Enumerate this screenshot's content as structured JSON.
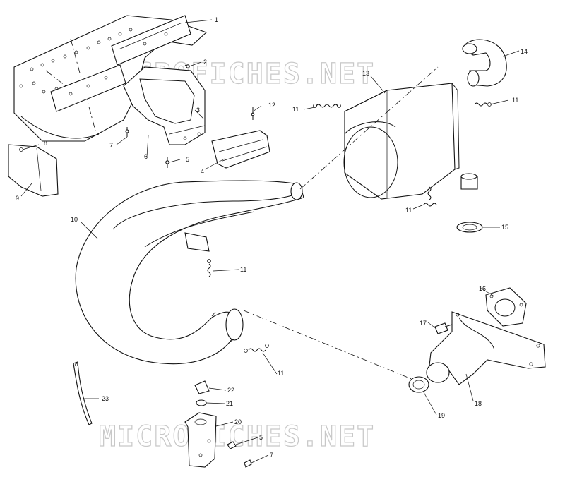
{
  "watermark": {
    "top": "MICROFICHES.NET",
    "bottom": "MICROFICHES.NET"
  },
  "callouts": [
    {
      "id": "c1",
      "label": "1"
    },
    {
      "id": "c2",
      "label": "2"
    },
    {
      "id": "c3",
      "label": "3"
    },
    {
      "id": "c4",
      "label": "4"
    },
    {
      "id": "c5a",
      "label": "5"
    },
    {
      "id": "c6",
      "label": "6"
    },
    {
      "id": "c7a",
      "label": "7"
    },
    {
      "id": "c8",
      "label": "8"
    },
    {
      "id": "c9",
      "label": "9"
    },
    {
      "id": "c10",
      "label": "10"
    },
    {
      "id": "c11a",
      "label": "11"
    },
    {
      "id": "c11b",
      "label": "11"
    },
    {
      "id": "c11c",
      "label": "11"
    },
    {
      "id": "c11d",
      "label": "11"
    },
    {
      "id": "c11e",
      "label": "11"
    },
    {
      "id": "c12",
      "label": "12"
    },
    {
      "id": "c13",
      "label": "13"
    },
    {
      "id": "c14",
      "label": "14"
    },
    {
      "id": "c15",
      "label": "15"
    },
    {
      "id": "c16",
      "label": "16"
    },
    {
      "id": "c17",
      "label": "17"
    },
    {
      "id": "c18",
      "label": "18"
    },
    {
      "id": "c19",
      "label": "19"
    },
    {
      "id": "c20",
      "label": "20"
    },
    {
      "id": "c21",
      "label": "21"
    },
    {
      "id": "c22",
      "label": "22"
    },
    {
      "id": "c23",
      "label": "23"
    },
    {
      "id": "c5b",
      "label": "5"
    },
    {
      "id": "c7b",
      "label": "7"
    }
  ]
}
